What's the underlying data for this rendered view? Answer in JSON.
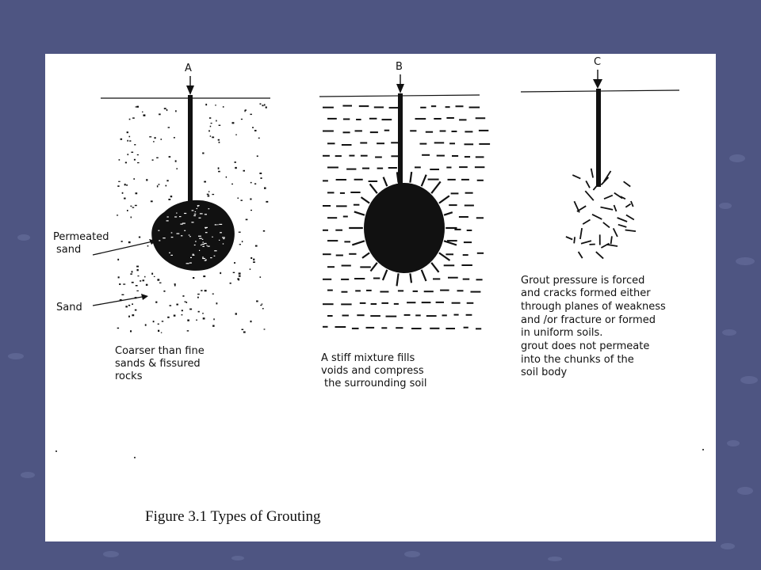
{
  "figure": {
    "caption": "Figure 3.1 Types of Grouting",
    "panels": [
      {
        "label": "A",
        "callouts": [
          "Permeated",
          "sand",
          "Sand"
        ],
        "description_lines": [
          "Coarser than fine",
          "sands & fissured",
          "rocks"
        ]
      },
      {
        "label": "B",
        "description_lines": [
          "A stiff mixture fills",
          "voids and compress",
          "the surrounding soil"
        ]
      },
      {
        "label": "C",
        "description_lines": [
          "Grout pressure is forced",
          "and cracks formed either",
          "through planes of weakness",
          "and /or fracture or formed",
          "in uniform soils.",
          "grout does not permeate",
          "into the chunks  of the",
          "soil body"
        ]
      }
    ]
  },
  "colors": {
    "slide_background": "#4e5582",
    "decor_dots": "#6a72a0",
    "ink": "#111111"
  }
}
